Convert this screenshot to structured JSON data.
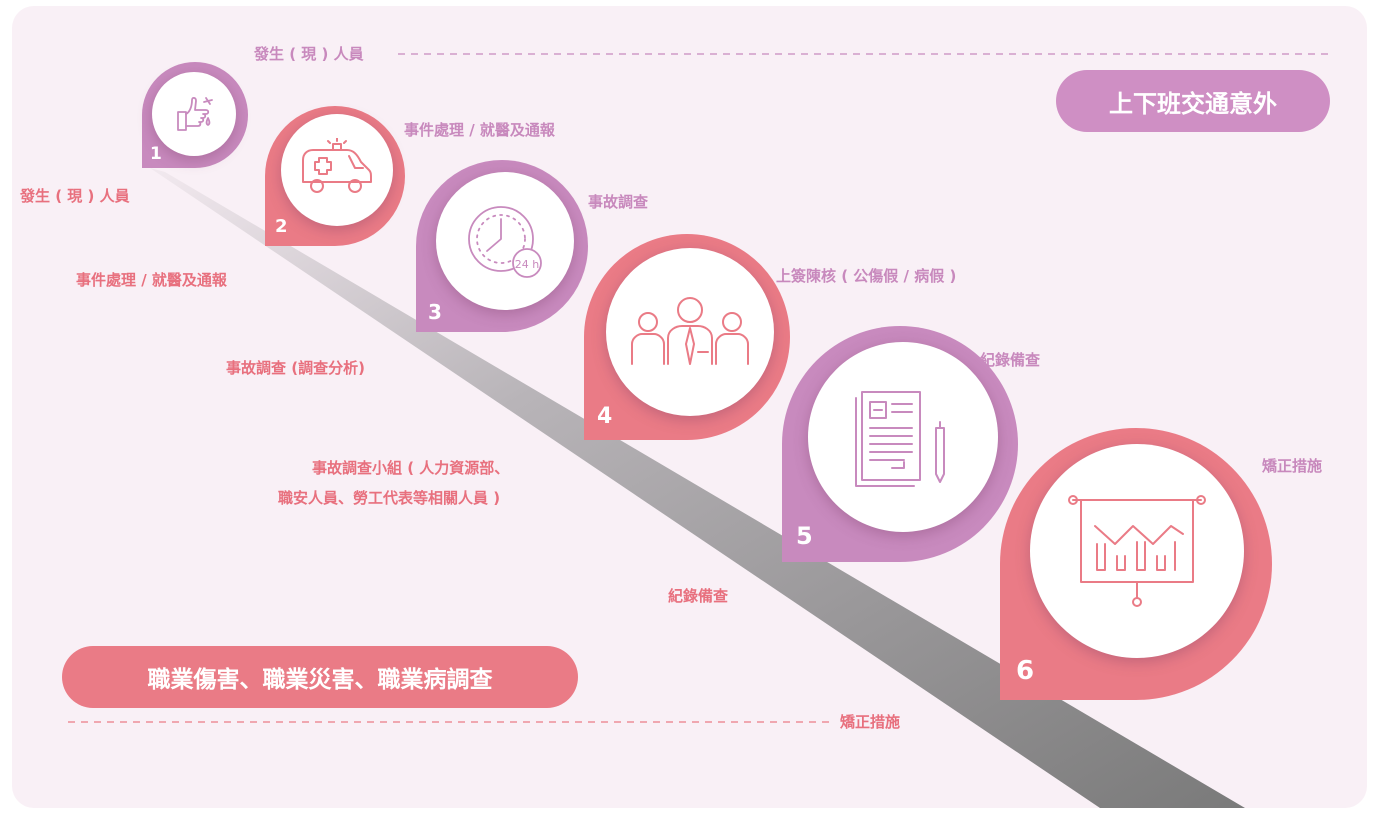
{
  "commute_badge": {
    "label": "上下班交通意外",
    "color": "#cf8fc4"
  },
  "occupational_badge": {
    "label": "職業傷害、職業災害、職業病調查",
    "color": "#ea7b86"
  },
  "colors": {
    "purple": "#c88abe",
    "pink": "#ea7b86",
    "panel_bg": "#f9f0f6"
  },
  "commute_steps": [
    {
      "number": "1",
      "label": "發生 ( 現 ) 人員",
      "icon": "hand-injury-icon"
    },
    {
      "number": "2",
      "label": "事件處理 / 就醫及通報",
      "icon": "ambulance-icon"
    },
    {
      "number": "3",
      "label": "事故調查",
      "icon": "clock-24h-icon"
    },
    {
      "number": "4",
      "label": "上簽陳核 ( 公傷假 / 病假 )",
      "icon": "team-icon"
    },
    {
      "number": "5",
      "label": "紀錄備查",
      "icon": "document-icon"
    },
    {
      "number": "6",
      "label": "矯正措施",
      "icon": "presentation-chart-icon"
    }
  ],
  "occupational_steps": [
    {
      "label": "發生 ( 現 ) 人員"
    },
    {
      "label": "事件處理 / 就醫及通報"
    },
    {
      "label": "事故調查 (調查分析)"
    },
    {
      "label_line1": "事故調查小組 ( 人力資源部、",
      "label_line2": "職安人員、勞工代表等相關人員 )"
    },
    {
      "label": "紀錄備查"
    },
    {
      "label": "矯正措施"
    }
  ]
}
